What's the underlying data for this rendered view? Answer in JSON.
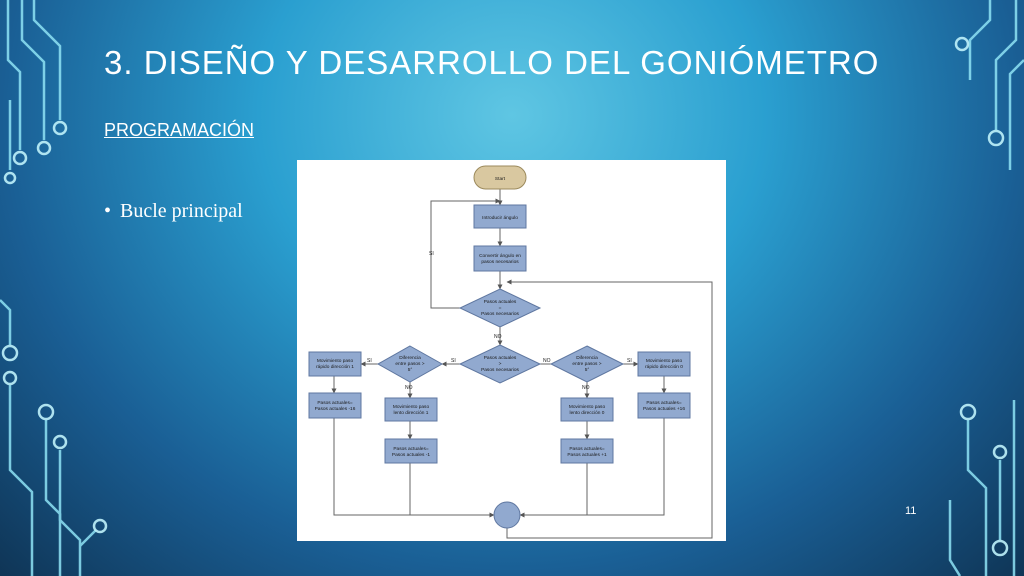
{
  "slide": {
    "title": "3. DISEÑO Y DESARROLLO DEL GONIÓMETRO",
    "subtitle": "PROGRAMACIÓN",
    "bullet": "Bucle principal",
    "page_number": "11"
  },
  "flowchart": {
    "start": "Start",
    "input_angle": "Introducir ángulo",
    "convert": [
      "Convertir ángulo en",
      "pasos necesarios"
    ],
    "decision_top": [
      "Pasos actuales",
      "=",
      "Pasos necesarios"
    ],
    "decision_center": [
      "Pasos actuales",
      ">",
      "Pasos necesarios"
    ],
    "diff_left": [
      "Diferencia",
      "entre pasos >",
      "5°"
    ],
    "diff_right": [
      "Diferencia",
      "entre pasos >",
      "5°"
    ],
    "fast_left": [
      "Movimiento paso",
      "rápido dirección 1"
    ],
    "fast_right": [
      "Movimiento paso",
      "rápido dirección 0"
    ],
    "slow_left": [
      "Movimiento paso",
      "lento dirección 1"
    ],
    "slow_right": [
      "Movimiento paso",
      "lento dirección 0"
    ],
    "add_fast_left": [
      "Pasos actuales=",
      "Pasos actuales -16"
    ],
    "add_fast_right": [
      "Pasos actuales=",
      "Pasos actuales +16"
    ],
    "add_slow_left": [
      "Pasos actuales=",
      "Pasos actuales -1"
    ],
    "add_slow_right": [
      "Pasos actuales=",
      "Pasos actuales +1"
    ],
    "label_si": "SI",
    "label_no": "NO"
  }
}
